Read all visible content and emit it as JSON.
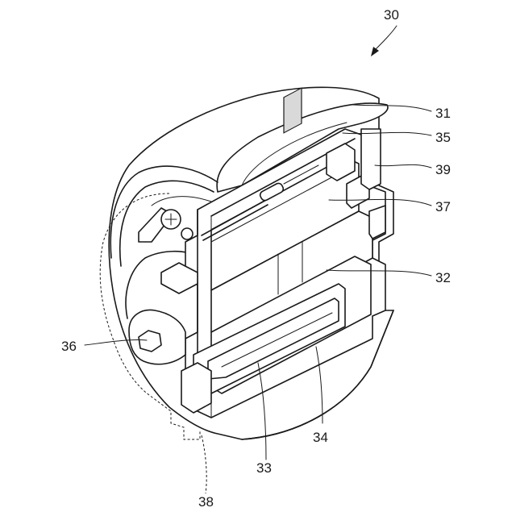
{
  "figure": {
    "reference_numerals": {
      "r30": "30",
      "r31": "31",
      "r32": "32",
      "r33": "33",
      "r34": "34",
      "r35": "35",
      "r36": "36",
      "r37": "37",
      "r38": "38",
      "r39": "39"
    }
  }
}
